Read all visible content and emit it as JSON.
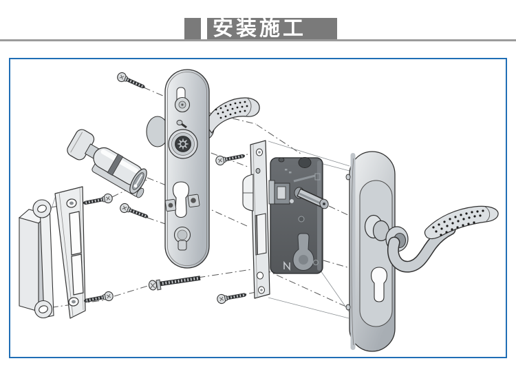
{
  "header": {
    "title": "安装施工",
    "banner_color": "#7a7a7a",
    "underline_color": "#9b9b9b",
    "text_color": "#ffffff"
  },
  "diagram": {
    "border_color": "#1f6eb5",
    "background": "#ffffff",
    "type": "exploded-view technical illustration",
    "subject": "mortise door lock set installation",
    "parts": [
      "dust-box",
      "strike-plate",
      "strike-screws",
      "euro-profile-cylinder",
      "cylinder-fixing-screw",
      "top-mounting-screw",
      "interior-escutcheon-plate",
      "interior-lever-handle",
      "thumbturn",
      "spindle-boss",
      "euro-keyhole",
      "mortise-lock-body",
      "lock-faceplate",
      "latch-bolt",
      "deadbolt-slot",
      "spindle",
      "connecting-bolt",
      "faceplate-screws",
      "exterior-escutcheon-plate",
      "exterior-lever-handle"
    ]
  }
}
